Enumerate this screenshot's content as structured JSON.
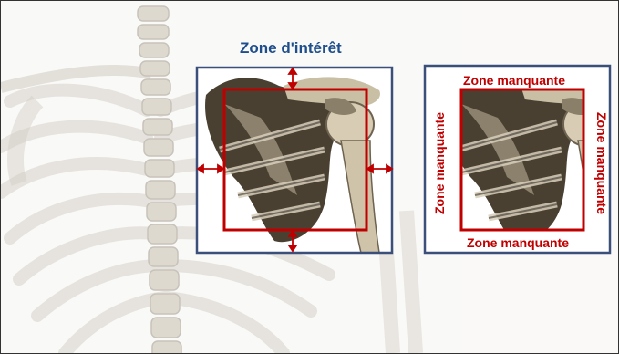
{
  "labels": {
    "zone_interest": "Zone d'intérêt",
    "missing_top": "Zone manquante",
    "missing_bottom": "Zone manquante",
    "missing_left": "Zone manquante",
    "missing_right": "Zone manquante"
  },
  "colors": {
    "zone_interest_title": "#1f4e8c",
    "roi_frame": "#3a4f7a",
    "crop_frame": "#c00000",
    "missing_label": "#c00000"
  },
  "icons": {
    "background": "skeleton-torso-illustration",
    "roi_image": "shoulder-scapula-illustration",
    "arrows": "double-arrow-icon"
  }
}
